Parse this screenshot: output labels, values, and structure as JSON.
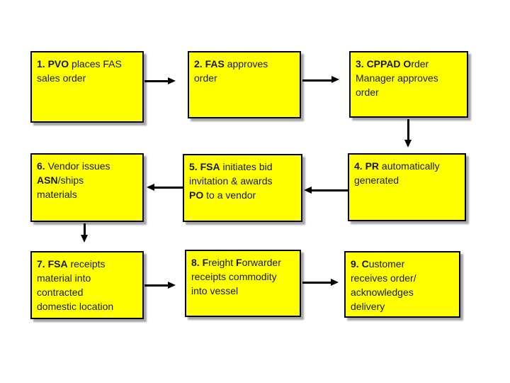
{
  "slide": {
    "background_color": "#ffffff",
    "box_fill_color": "#ffff00",
    "box_border_color": "#000000",
    "arrow_color": "#000000",
    "flow": {
      "steps": [
        {
          "number": "1",
          "segments": [
            {
              "t": "1. PVO",
              "b": true
            },
            {
              "t": " places FAS\nsales order",
              "b": false
            }
          ]
        },
        {
          "number": "2",
          "segments": [
            {
              "t": "2. FAS",
              "b": true
            },
            {
              "t": " approves\norder",
              "b": false
            }
          ]
        },
        {
          "number": "3",
          "segments": [
            {
              "t": "3. CPPAD O",
              "b": true
            },
            {
              "t": "rder\nManager approves\norder",
              "b": false
            }
          ]
        },
        {
          "number": "4",
          "segments": [
            {
              "t": "4. PR",
              "b": true
            },
            {
              "t": " automatically\ngenerated",
              "b": false
            }
          ]
        },
        {
          "number": "5",
          "segments": [
            {
              "t": "5. FSA",
              "b": true
            },
            {
              "t": " initiates bid\ninvitation & awards\n",
              "b": false
            },
            {
              "t": "PO",
              "b": true
            },
            {
              "t": " to a vendor",
              "b": false
            }
          ]
        },
        {
          "number": "6",
          "segments": [
            {
              "t": "6.",
              "b": true
            },
            {
              "t": " Vendor issues\n",
              "b": false
            },
            {
              "t": "ASN",
              "b": true
            },
            {
              "t": "/ships\nmaterials",
              "b": false
            }
          ]
        },
        {
          "number": "7",
          "segments": [
            {
              "t": "7. FSA",
              "b": true
            },
            {
              "t": " receipts\nmaterial into\ncontracted\ndomestic location",
              "b": false
            }
          ]
        },
        {
          "number": "8",
          "segments": [
            {
              "t": "8. F",
              "b": true
            },
            {
              "t": "reight ",
              "b": false
            },
            {
              "t": "F",
              "b": true
            },
            {
              "t": "orwarder\nreceipts commodity\ninto vessel",
              "b": false
            }
          ]
        },
        {
          "number": "9",
          "segments": [
            {
              "t": "9. C",
              "b": true
            },
            {
              "t": "ustomer\nreceives order/\nacknowledges\ndelivery",
              "b": false
            }
          ]
        }
      ],
      "connections": [
        {
          "from": "1",
          "to": "2",
          "direction": "right"
        },
        {
          "from": "2",
          "to": "3",
          "direction": "right"
        },
        {
          "from": "3",
          "to": "4",
          "direction": "down"
        },
        {
          "from": "4",
          "to": "5",
          "direction": "left"
        },
        {
          "from": "5",
          "to": "6",
          "direction": "left"
        },
        {
          "from": "6",
          "to": "7",
          "direction": "down"
        },
        {
          "from": "7",
          "to": "8",
          "direction": "right"
        },
        {
          "from": "8",
          "to": "9",
          "direction": "right"
        }
      ]
    }
  }
}
